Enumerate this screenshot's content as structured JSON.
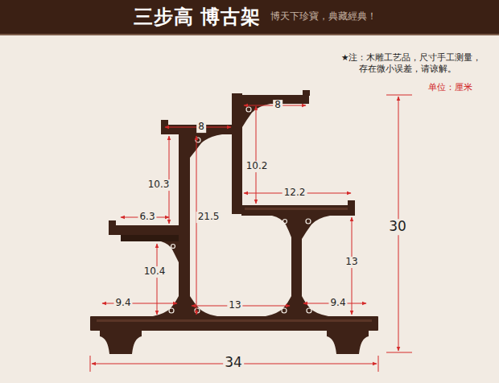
{
  "diagram": {
    "title": "三步高 博古架",
    "labels": [
      "博天下珍寶，典藏經典！",
      "★注：木雕工艺品，尺寸手工测量， 存在微小误差，请谅解。",
      "单位：厘米",
      "8",
      "8",
      "10.2",
      "10.3",
      "12.2",
      "21.5",
      "6.3",
      "30",
      "13",
      "10.4",
      "9.4",
      "13",
      "9.4",
      "34"
    ]
  }
}
